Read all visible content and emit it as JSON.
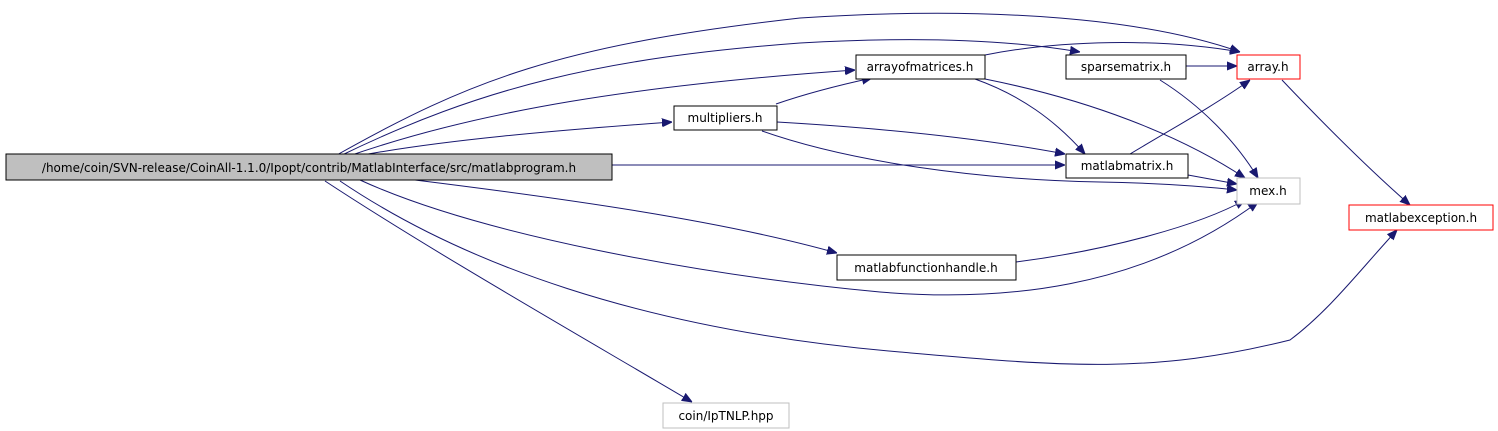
{
  "colors": {
    "edge": "#191970",
    "root_fill": "#bfbfbf",
    "root_border": "#000000",
    "normal_border": "#000000",
    "missing_border": "#bfbfbf",
    "error_border": "#ff0000"
  },
  "nodes": {
    "root": {
      "label": "/home/coin/SVN-release/CoinAll-1.1.0/Ipopt/contrib/MatlabInterface/src/matlabprogram.h",
      "kind": "root"
    },
    "arrayofmatrices": {
      "label": "arrayofmatrices.h",
      "kind": "normal"
    },
    "sparsematrix": {
      "label": "sparsematrix.h",
      "kind": "normal"
    },
    "array": {
      "label": "array.h",
      "kind": "error"
    },
    "multipliers": {
      "label": "multipliers.h",
      "kind": "normal"
    },
    "matlabmatrix": {
      "label": "matlabmatrix.h",
      "kind": "normal"
    },
    "mex": {
      "label": "mex.h",
      "kind": "missing"
    },
    "matlabexception": {
      "label": "matlabexception.h",
      "kind": "error"
    },
    "matlabfunctionhandle": {
      "label": "matlabfunctionhandle.h",
      "kind": "normal"
    },
    "iptnlp": {
      "label": "coin/IpTNLP.hpp",
      "kind": "missing"
    }
  },
  "edges": [
    {
      "from": "root",
      "to": "array"
    },
    {
      "from": "root",
      "to": "sparsematrix"
    },
    {
      "from": "root",
      "to": "arrayofmatrices"
    },
    {
      "from": "root",
      "to": "multipliers"
    },
    {
      "from": "root",
      "to": "matlabmatrix"
    },
    {
      "from": "root",
      "to": "matlabfunctionhandle"
    },
    {
      "from": "root",
      "to": "mex"
    },
    {
      "from": "root",
      "to": "matlabexception"
    },
    {
      "from": "root",
      "to": "iptnlp"
    },
    {
      "from": "arrayofmatrices",
      "to": "array"
    },
    {
      "from": "arrayofmatrices",
      "to": "matlabmatrix"
    },
    {
      "from": "arrayofmatrices",
      "to": "mex"
    },
    {
      "from": "sparsematrix",
      "to": "array"
    },
    {
      "from": "sparsematrix",
      "to": "mex"
    },
    {
      "from": "multipliers",
      "to": "arrayofmatrices"
    },
    {
      "from": "multipliers",
      "to": "matlabmatrix"
    },
    {
      "from": "multipliers",
      "to": "mex"
    },
    {
      "from": "matlabmatrix",
      "to": "array"
    },
    {
      "from": "matlabmatrix",
      "to": "mex"
    },
    {
      "from": "matlabfunctionhandle",
      "to": "mex"
    },
    {
      "from": "array",
      "to": "matlabexception"
    }
  ]
}
